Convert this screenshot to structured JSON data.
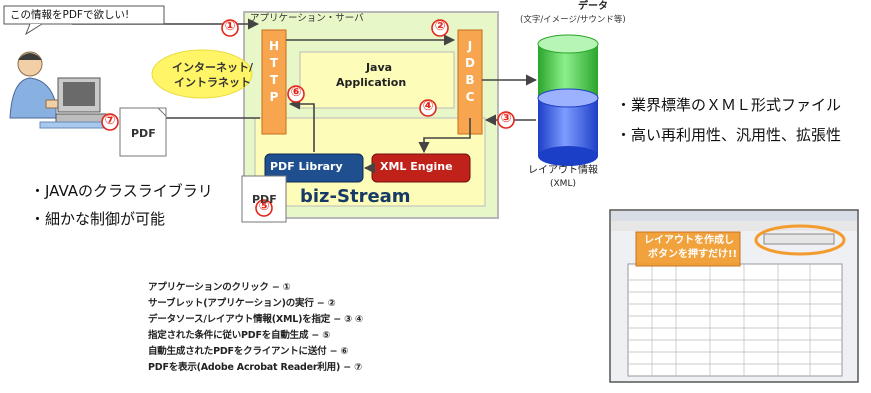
{
  "speech": "この情報をPDFで欲しい!",
  "app_server": "アプリケーション・サーバ",
  "http": "HTTP",
  "jdbc": "JDBC",
  "java_app": [
    "Java",
    "Application"
  ],
  "internet": [
    "インターネット/",
    "イントラネット"
  ],
  "pdf_library": "PDF Library",
  "xml_engine": "XML Engine",
  "biz_stream": "biz-Stream",
  "pdf_doc": "PDF",
  "data_label": [
    "データ",
    "(文字/イメージ/サウンド等)"
  ],
  "layout_label": [
    "レイアウト情報",
    "(XML)"
  ],
  "markers": [
    "①",
    "②",
    "③",
    "④",
    "⑤",
    "⑥",
    "⑦"
  ],
  "right_notes": [
    "・業界標準のＸＭＬ形式ファイル",
    "・高い再利用性、汎用性、拡張性"
  ],
  "left_notes": [
    "・JAVAのクラスライブラリ",
    "・細かな制御が可能"
  ],
  "steps": [
    "アプリケーションのクリック − ①",
    "サーブレット(アプリケーション)の実行 − ②",
    "データソース/レイアウト情報(XML)を指定 − ③ ④",
    "指定された条件に従いPDFを自動生成 − ⑤",
    "自動生成されたPDFをクライアントに送付 − ⑥",
    "PDFを表示(Adobe Acrobat Reader利用) − ⑦"
  ],
  "screenshot_callout": [
    "レイアウトを作成し",
    "ボタンを押すだけ!!"
  ],
  "colors": {
    "server_bg": "#e8f7c8",
    "server_border": "#b7b7b7",
    "http_orange": "#f7a64f",
    "inner_yellow": "#fdfcb8",
    "pdf_library": "#1f4f8f",
    "xml_engine": "#c0221a",
    "marker_red": "#e2261b",
    "green_cyl": "#44cc44",
    "blue_cyl": "#3366ee",
    "yellow_bubble": "#fff566"
  }
}
